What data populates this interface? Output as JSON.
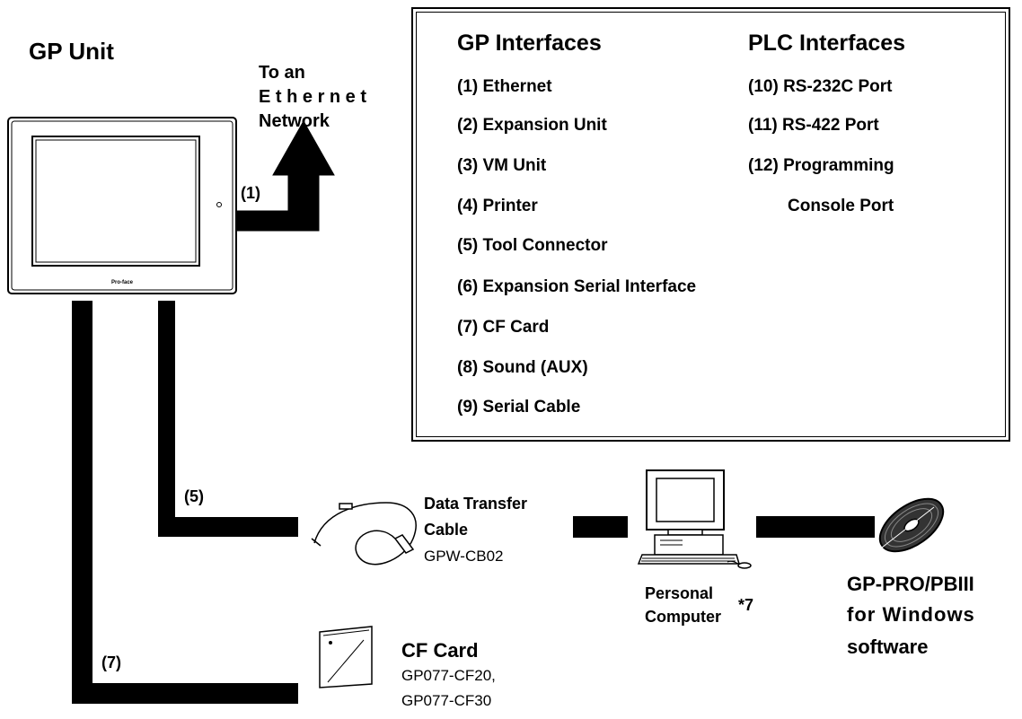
{
  "gp_unit": {
    "title": "GP Unit",
    "brand": "Pro-face"
  },
  "network": {
    "line1": "To an",
    "line2": "E t h e r n e t",
    "line3": "Network",
    "port_label": "(1)"
  },
  "interfaces_box": {
    "gp_heading": "GP Interfaces",
    "plc_heading": "PLC Interfaces",
    "gp_items": [
      "(1) Ethernet",
      "(2) Expansion Unit",
      "(3) VM Unit",
      "(4) Printer",
      "(5) Tool Connector",
      "(6) Expansion Serial Interface",
      "(7) CF Card",
      "(8) Sound (AUX)",
      "(9) Serial Cable"
    ],
    "plc_items": [
      "(10) RS-232C Port",
      "(11) RS-422 Port",
      "(12) Programming",
      "Console Port"
    ]
  },
  "tool_connector": {
    "port_label": "(5)",
    "cable_name_line1": "Data Transfer",
    "cable_name_line2": "Cable",
    "cable_model": "GPW-CB02"
  },
  "computer": {
    "line1": "Personal",
    "line2": "Computer",
    "footnote": "*7"
  },
  "software": {
    "line1": "GP-PRO/PBIII",
    "line2": "for Windows",
    "line3": "software"
  },
  "cf_card": {
    "port_label": "(7)",
    "name": "CF Card",
    "model1": "GP077-CF20,",
    "model2": "GP077-CF30"
  },
  "colors": {
    "line": "#000000",
    "background": "#ffffff"
  }
}
